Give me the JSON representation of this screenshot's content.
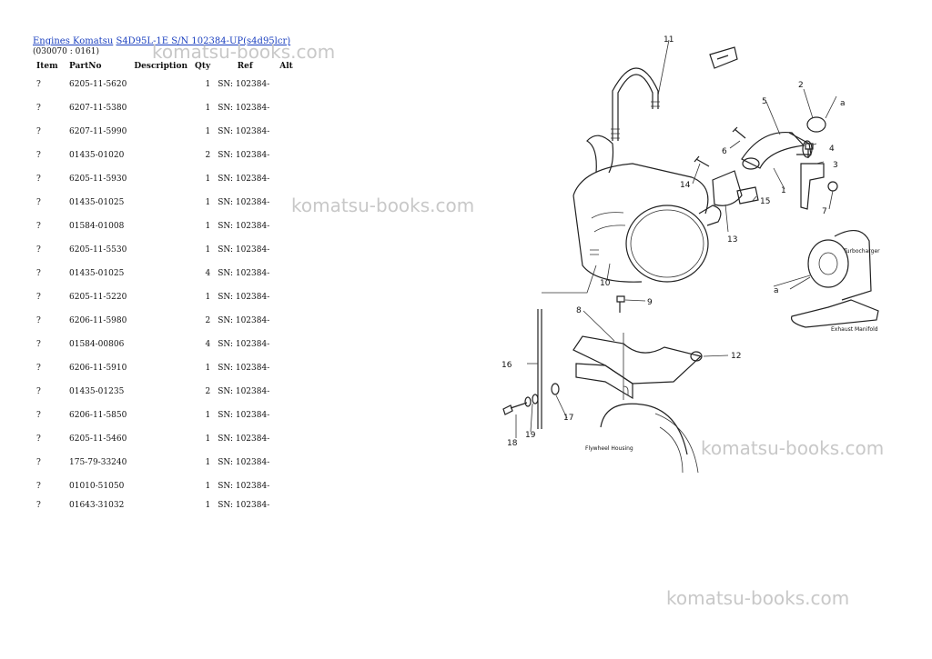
{
  "breadcrumb": {
    "item1": "Engines Komatsu",
    "item2": "S4D95L-1E S/N 102384-UP(s4d95lcr)"
  },
  "doc_code": "(030070 : 0161)",
  "table": {
    "headers": {
      "item": "Item",
      "partno": "PartNo",
      "description": "Description",
      "qty": "Qty",
      "ref": "Ref",
      "alt": "Alt"
    },
    "rows": [
      {
        "item": "?",
        "partno": "6205-11-5620",
        "qty": "1",
        "ref": "SN: 102384-"
      },
      {
        "item": "?",
        "partno": "6207-11-5380",
        "qty": "1",
        "ref": "SN: 102384-"
      },
      {
        "item": "?",
        "partno": "6207-11-5990",
        "qty": "1",
        "ref": "SN: 102384-"
      },
      {
        "item": "?",
        "partno": "01435-01020",
        "qty": "2",
        "ref": "SN: 102384-"
      },
      {
        "item": "?",
        "partno": "6205-11-5930",
        "qty": "1",
        "ref": "SN: 102384-"
      },
      {
        "item": "?",
        "partno": "01435-01025",
        "qty": "1",
        "ref": "SN: 102384-"
      },
      {
        "item": "?",
        "partno": "01584-01008",
        "qty": "1",
        "ref": "SN: 102384-"
      },
      {
        "item": "?",
        "partno": "6205-11-5530",
        "qty": "1",
        "ref": "SN: 102384-"
      },
      {
        "item": "?",
        "partno": "01435-01025",
        "qty": "4",
        "ref": "SN: 102384-"
      },
      {
        "item": "?",
        "partno": "6205-11-5220",
        "qty": "1",
        "ref": "SN: 102384-"
      },
      {
        "item": "?",
        "partno": "6206-11-5980",
        "qty": "2",
        "ref": "SN: 102384-"
      },
      {
        "item": "?",
        "partno": "01584-00806",
        "qty": "4",
        "ref": "SN: 102384-"
      },
      {
        "item": "?",
        "partno": "6206-11-5910",
        "qty": "1",
        "ref": "SN: 102384-"
      },
      {
        "item": "?",
        "partno": "01435-01235",
        "qty": "2",
        "ref": "SN: 102384-"
      },
      {
        "item": "?",
        "partno": "6206-11-5850",
        "qty": "1",
        "ref": "SN: 102384-"
      },
      {
        "item": "?",
        "partno": "6205-11-5460",
        "qty": "1",
        "ref": "SN: 102384-"
      },
      {
        "item": "?",
        "partno": "175-79-33240",
        "qty": "1",
        "ref": "SN: 102384-"
      },
      {
        "item": "?",
        "partno": "01010-51050",
        "qty": "1",
        "ref": "SN: 102384-"
      },
      {
        "item": "?",
        "partno": "01643-31032",
        "qty": "1",
        "ref": "SN: 102384-"
      }
    ]
  },
  "watermark": "komatsu-books.com",
  "diagram": {
    "callouts": {
      "c1": "1",
      "c2": "2",
      "c3": "3",
      "c4": "4",
      "c5": "5",
      "c6": "6",
      "c7": "7",
      "c8": "8",
      "c9": "9",
      "c10": "10",
      "c11": "11",
      "c12": "12",
      "c13": "13",
      "c14": "14",
      "c15": "15",
      "c16": "16",
      "c17": "17",
      "c18": "18",
      "c19": "19",
      "a1": "a",
      "a2": "a"
    },
    "captions": {
      "turbo": "Turbocharger",
      "exhaust": "Exhaust Manifold",
      "flywheel": "Flywheel Housing"
    }
  }
}
